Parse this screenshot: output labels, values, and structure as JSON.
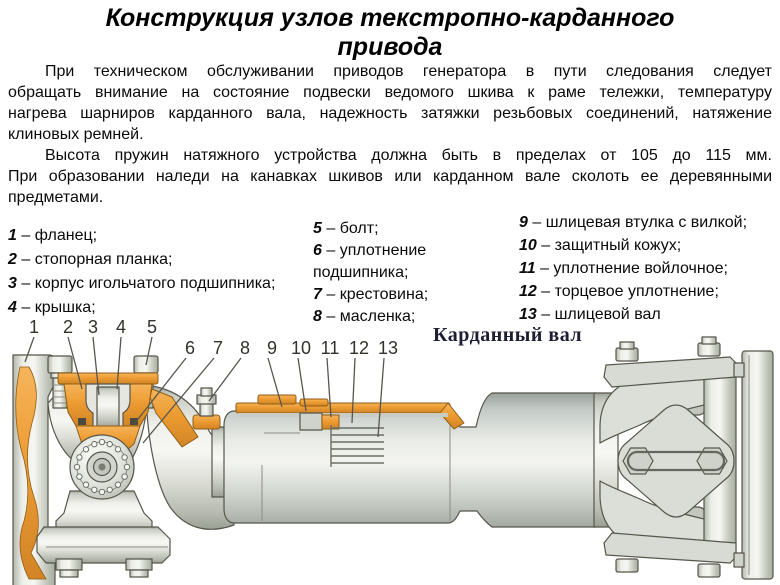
{
  "title": {
    "line1": "Конструкция узлов текстропно-карданного",
    "line2": "привода"
  },
  "paragraph1": {
    "line1": "При техническом обслуживании приводов генератора в пути следования следует",
    "line2": "обращать внимание на состояние подвески ведомого шкива к раме тележки, температуру",
    "line3": "нагрева шарниров карданного вала, надежность затяжки резьбовых соединений, натяжение",
    "line4": "клиновых ремней."
  },
  "paragraph2": {
    "line1": "Высота пружин натяжного устройства должна быть в пределах от 105 до 115 мм.",
    "line2": "При образовании наледи на канавках шкивов или карданном вале сколоть ее деревянными",
    "line3": "предметами."
  },
  "legend": {
    "col1": [
      {
        "num": "1",
        "text": "– фланец;"
      },
      {
        "num": "2",
        "text": "– стопорная планка;"
      },
      {
        "num": "3",
        "text": "– корпус игольчатого подшипника;"
      },
      {
        "num": "4",
        "text": "– крышка;"
      }
    ],
    "col2": [
      {
        "num": "5",
        "text": "– болт;"
      },
      {
        "num": "6",
        "text": "– уплотнение подшипника;"
      },
      {
        "num": "7",
        "text": "– крестовина;"
      },
      {
        "num": "8",
        "text": "– масленка;"
      }
    ],
    "col3": [
      {
        "num": "9",
        "text": "– шлицевая втулка с вилкой;"
      },
      {
        "num": "10",
        "text": "– защитный кожух;"
      },
      {
        "num": "11",
        "text": "– уплотнение войлочное;"
      },
      {
        "num": "12",
        "text": "– торцевое уплотнение;"
      },
      {
        "num": "13",
        "text": "– шлицевой вал"
      }
    ]
  },
  "diagram": {
    "caption": "Карданный вал",
    "callouts": {
      "c1": "1",
      "c2": "2",
      "c3": "3",
      "c4": "4",
      "c5": "5",
      "c6": "6",
      "c7": "7",
      "c8": "8",
      "c9": "9",
      "c10": "10",
      "c11": "11",
      "c12": "12",
      "c13": "13"
    },
    "colors": {
      "orange": "#ED9C32",
      "orange_dark": "#8F5D12",
      "metal": "#D8DBD3",
      "metal_dark": "#AEB2A8",
      "outline": "#56564B",
      "ink": "#33312C",
      "caption_ink": "#1D1D33"
    }
  }
}
